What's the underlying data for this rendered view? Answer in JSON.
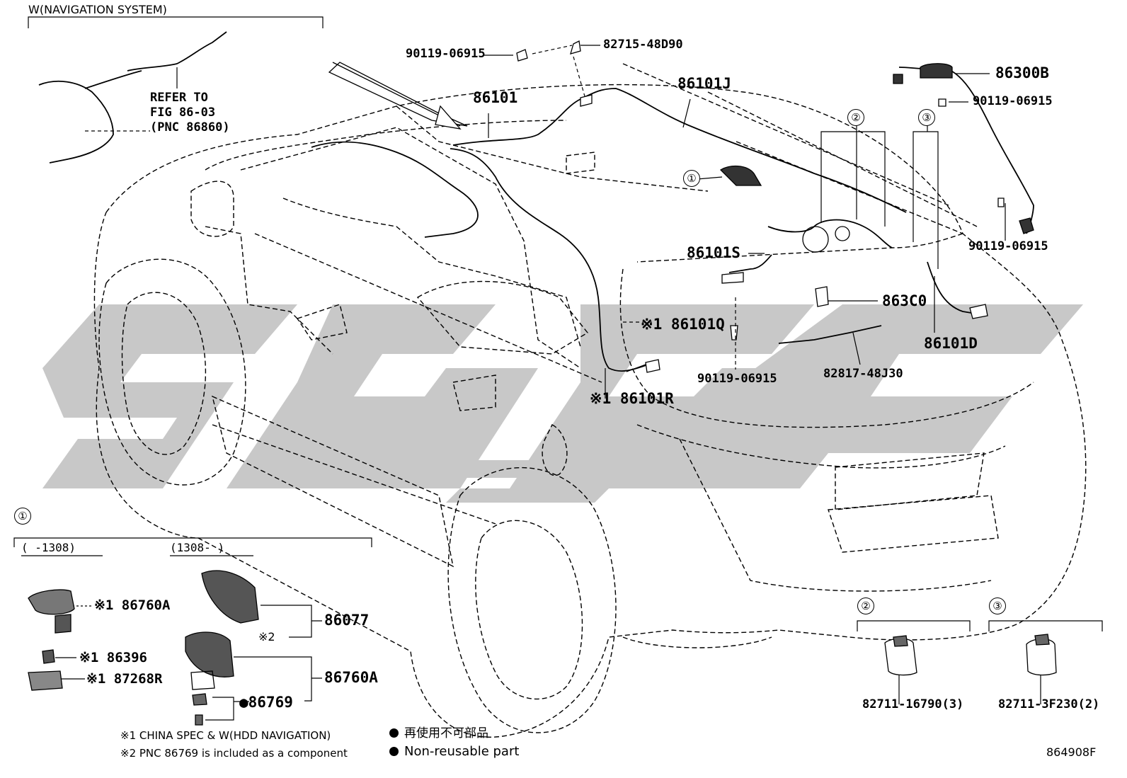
{
  "header": {
    "title": "W(NAVIGATION SYSTEM)",
    "refer": [
      "REFER TO",
      "FIG 86-03",
      "(PNC 86860)"
    ]
  },
  "callouts": {
    "c1": "①",
    "c2": "②",
    "c3": "③"
  },
  "parts": {
    "p_90119_top": "90119-06915",
    "p_82715": "82715-48D90",
    "p_86101": "86101",
    "p_86101J": "86101J",
    "p_86300B": "86300B",
    "p_90119_right1": "90119-06915",
    "p_90119_right2": "90119-06915",
    "p_86101S": "86101S",
    "p_863C0": "863C0",
    "p_86101Q": "※1 86101Q",
    "p_86101D": "86101D",
    "p_90119_center": "90119-06915",
    "p_82817": "82817-48J30",
    "p_86101R": "※1 86101R"
  },
  "detail1": {
    "marker": "①",
    "range_old": "(    -1308)",
    "range_new": "(1308-     )",
    "p_86760A_left": "※1 86760A",
    "p_86396": "※1 86396",
    "p_87268R": "※1 87268R",
    "p_86077": "86077",
    "note2": "※2",
    "p_86760A_right": "86760A",
    "p_86769": "●86769"
  },
  "detail2": {
    "marker": "②",
    "part": "82711-16790(3)"
  },
  "detail3": {
    "marker": "③",
    "part": "82711-3F230(2)"
  },
  "notes": {
    "n1": "※1 CHINA SPEC & W(HDD NAVIGATION)",
    "n2": "※2 PNC 86769 is included as a component",
    "legend_cn": "再使用不可部品",
    "legend_en": "Non-reusable part"
  },
  "figure_id": "864908F"
}
